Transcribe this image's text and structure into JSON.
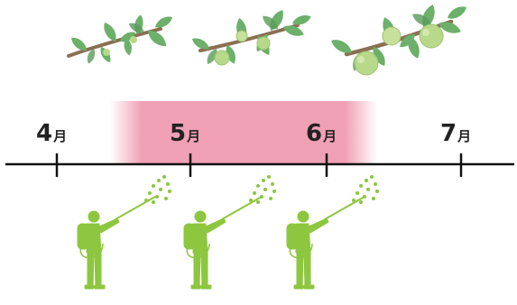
{
  "timeline": {
    "months": [
      {
        "num": "4",
        "unit": "月"
      },
      {
        "num": "5",
        "unit": "月"
      },
      {
        "num": "6",
        "unit": "月"
      },
      {
        "num": "7",
        "unit": "月"
      }
    ],
    "highlight_color": "#ee8fa8",
    "axis_color": "#111111"
  },
  "illustrations": {
    "branches": [
      "branch-small-fruit-icon",
      "branch-medium-fruit-icon",
      "branch-large-fruit-icon"
    ],
    "sprayers": [
      "sprayer-person-icon",
      "sprayer-person-icon",
      "sprayer-person-icon"
    ],
    "leaf_color": "#6cb06a",
    "fruit_color": "#b8d98a",
    "sprayer_color": "#8dc63f"
  }
}
